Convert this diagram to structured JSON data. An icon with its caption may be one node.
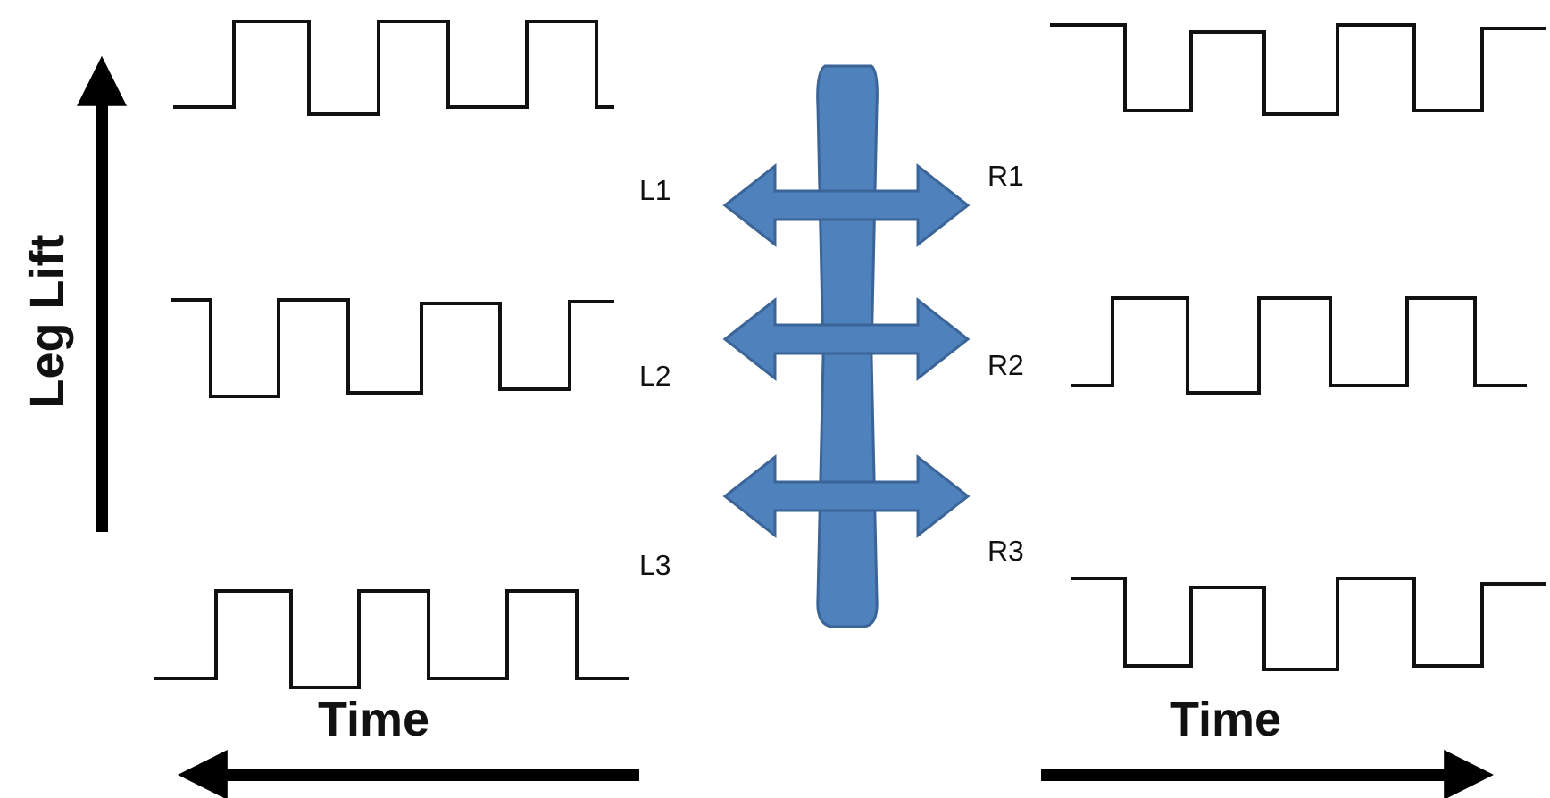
{
  "diagram": {
    "labels": [
      "Leg Lift",
      "L1",
      "R1",
      "L2",
      "R2",
      "L3",
      "R3",
      "Time",
      "Time"
    ]
  }
}
